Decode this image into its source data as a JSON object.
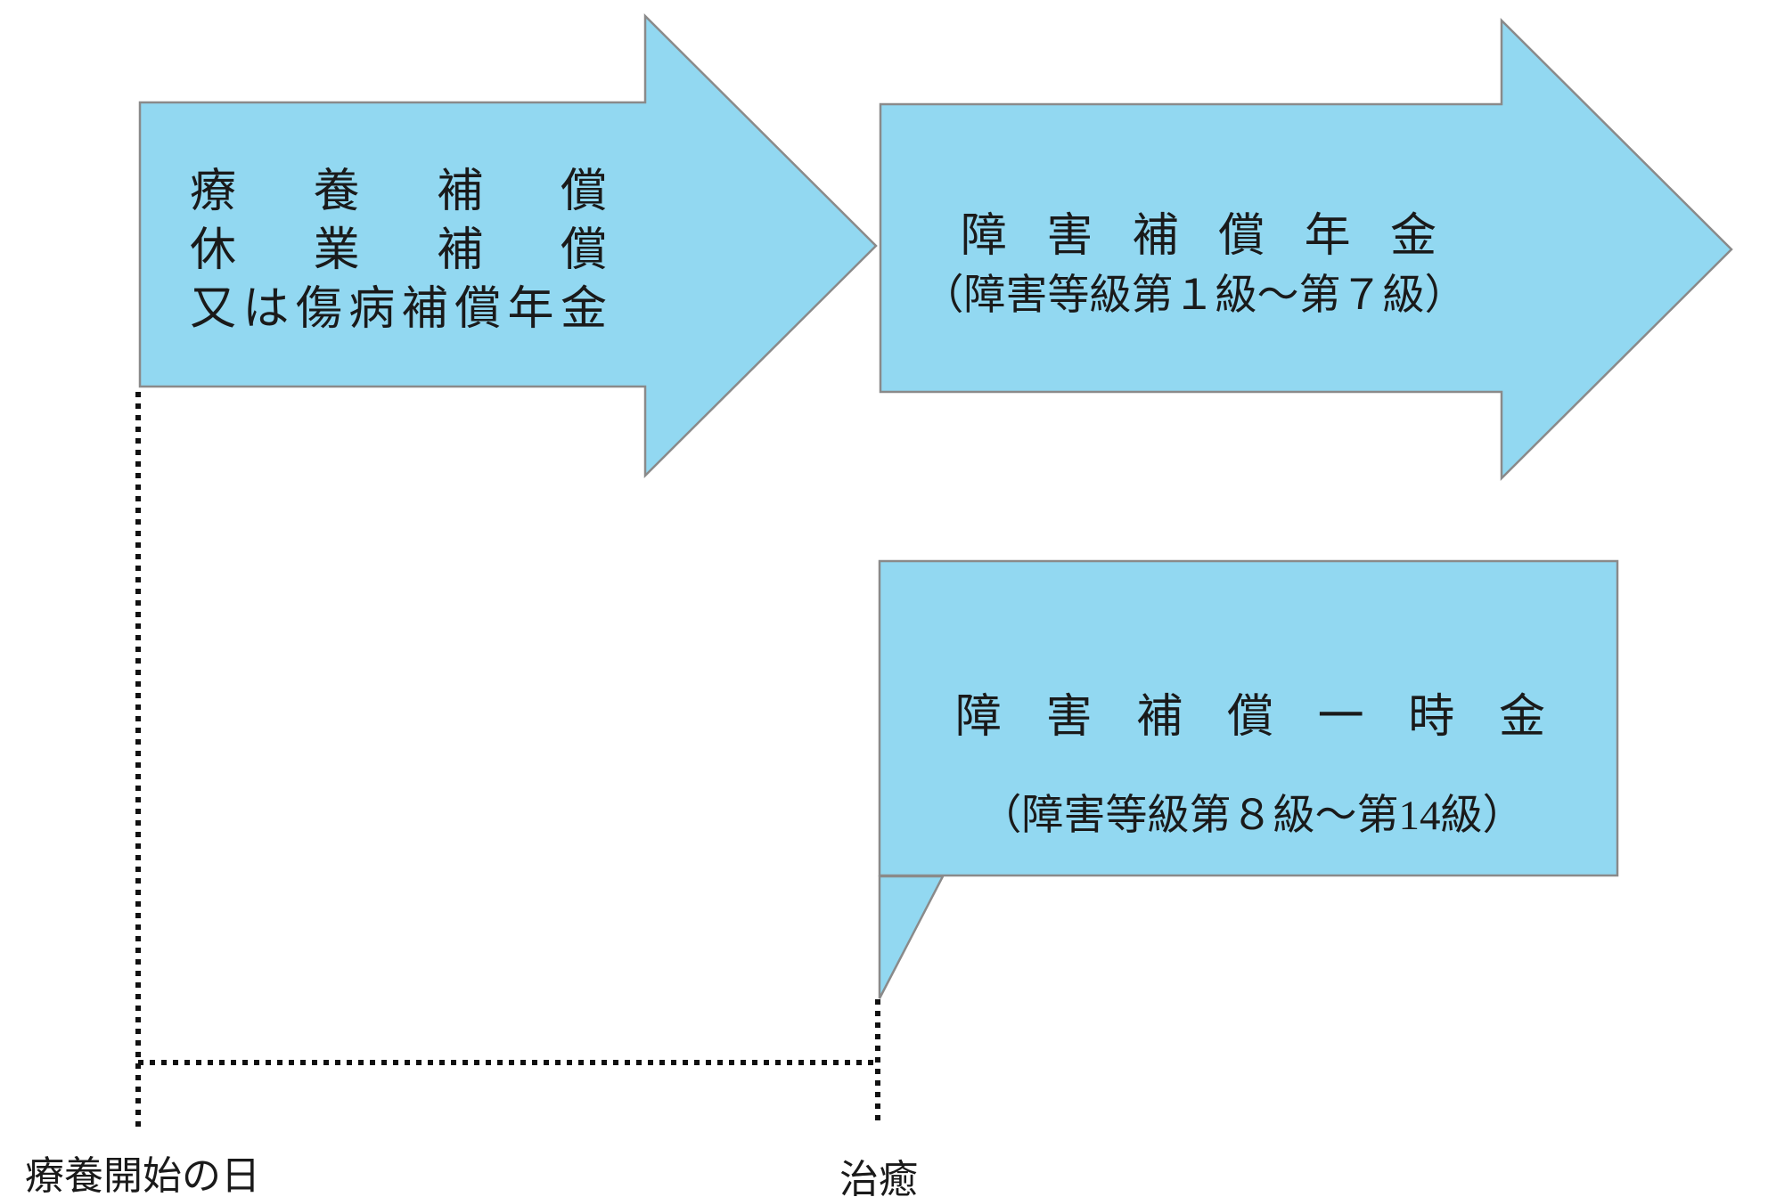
{
  "background": "#FFFFFF",
  "colors": {
    "shape_fill": "#92D8F1",
    "shape_border": "#8A8A8A",
    "text": "#1A1A1A",
    "guide_dots": "#111111"
  },
  "arrow_top_left": {
    "line1": "療養補償",
    "line2": "休業補償",
    "line3": "又は傷病補償年金"
  },
  "arrow_top_right": {
    "line1": "障害補償年金",
    "line2": "（障害等級第１級～第７級）"
  },
  "callout_box": {
    "line1": "障害補償一時金",
    "line2": "（障害等級第８級～第14級）"
  },
  "timeline": {
    "start_label": "療養開始の日",
    "cure_label": "治癒"
  }
}
